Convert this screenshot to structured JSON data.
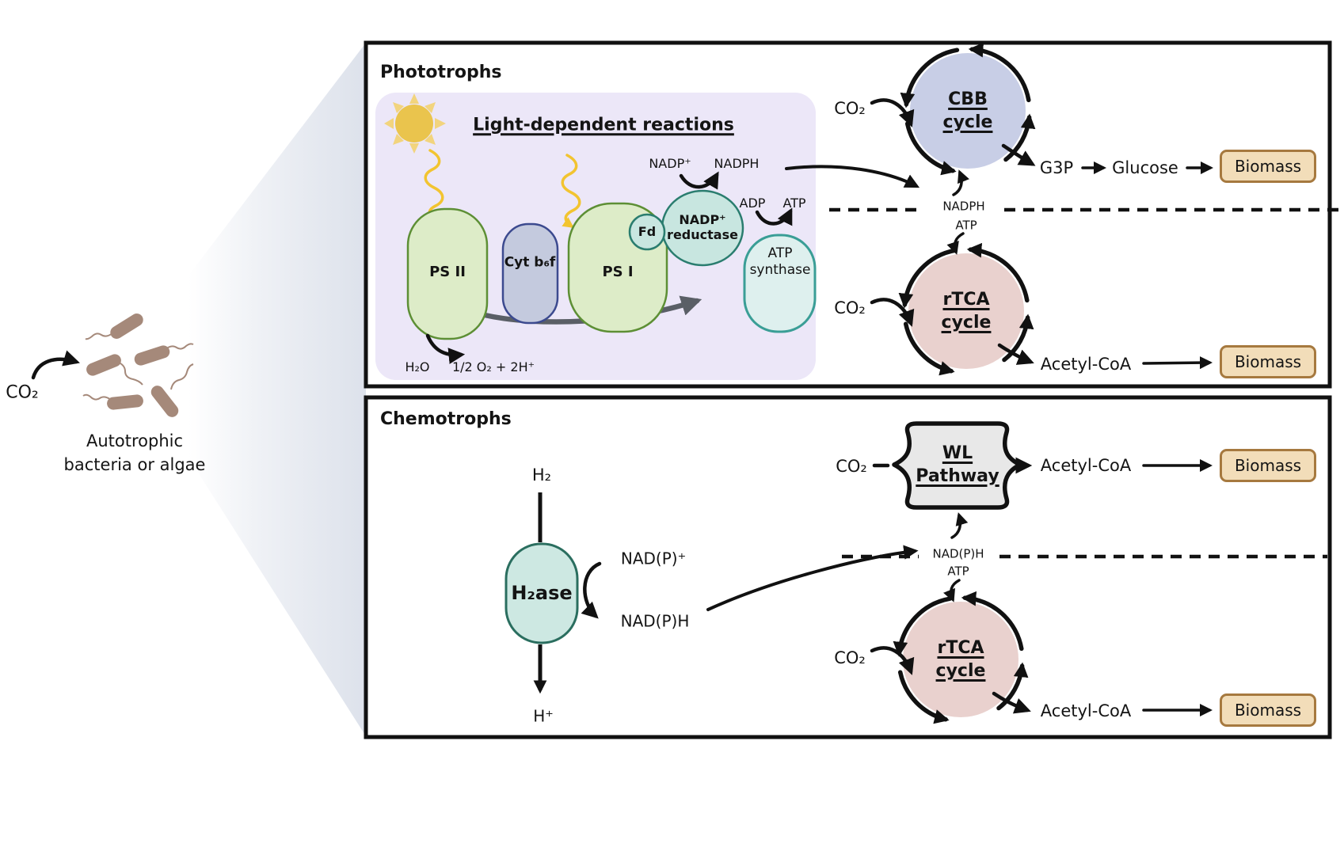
{
  "left_panel": {
    "co2": "CO₂",
    "caption": "Autotrophic\nbacteria or algae"
  },
  "phototrophs": {
    "title": "Phototrophs",
    "light_reactions": {
      "title": "Light-dependent reactions",
      "ps2": "PS II",
      "cyt_b6f": "Cyt b₆f",
      "ps1": "PS I",
      "fd": "Fd",
      "nadp_reductase": "NADP⁺\nreductase",
      "atp_synthase": "ATP\nsynthase",
      "nadp_plus": "NADP⁺",
      "nadph": "NADPH",
      "adp": "ADP",
      "atp": "ATP",
      "h2o": "H₂O",
      "o2_out": "1/2 O₂ + 2H⁺"
    },
    "cbb_row": {
      "co2": "CO₂",
      "cycle_label": "CBB\ncycle",
      "g3p": "G3P",
      "glucose": "Glucose",
      "biomass": "Biomass"
    },
    "junction": {
      "nadph": "NADPH",
      "atp": "ATP"
    },
    "rtca_row": {
      "co2": "CO₂",
      "cycle_label": "rTCA\ncycle",
      "acetyl_coa": "Acetyl-CoA",
      "biomass": "Biomass"
    }
  },
  "chemotrophs": {
    "title": "Chemotrophs",
    "hydrogenase": {
      "h2": "H₂",
      "enzyme": "H₂ase",
      "nadp_plus": "NAD(P)⁺",
      "nadph": "NAD(P)H",
      "h_plus": "H⁺"
    },
    "wl_row": {
      "co2": "CO₂",
      "pathway_label": "WL\nPathway",
      "acetyl_coa": "Acetyl-CoA",
      "biomass": "Biomass"
    },
    "junction": {
      "nadph": "NAD(P)H",
      "atp": "ATP"
    },
    "rtca_row": {
      "co2": "CO₂",
      "cycle_label": "rTCA\ncycle",
      "acetyl_coa": "Acetyl-CoA",
      "biomass": "Biomass"
    }
  },
  "colors": {
    "cbb_cycle_fill": "#c8cee6",
    "rtca_cycle_fill": "#e9d1ce",
    "wl_fill": "#e8e8e8",
    "biomass_fill": "#f2ddb9",
    "biomass_border": "#a6793f",
    "light_reactions_bg": "#ece7f8",
    "photosystem_fill": "#ddecc8",
    "photosystem_border": "#5d8f35",
    "cyt_fill": "#c4cade",
    "cyt_border": "#3c4a8f",
    "reductase_fill": "#c8e6e0",
    "reductase_border": "#2a7d6f",
    "atp_synthase_fill": "#def0ee",
    "atp_synthase_border": "#3a9e96",
    "h2ase_fill": "#cde8e2",
    "h2ase_border": "#2a6e5f",
    "sun_core": "#eac44d",
    "sun_rays": "#f2d47e",
    "bacteria": "#a5897a",
    "funnel": "#dbe0ea"
  }
}
